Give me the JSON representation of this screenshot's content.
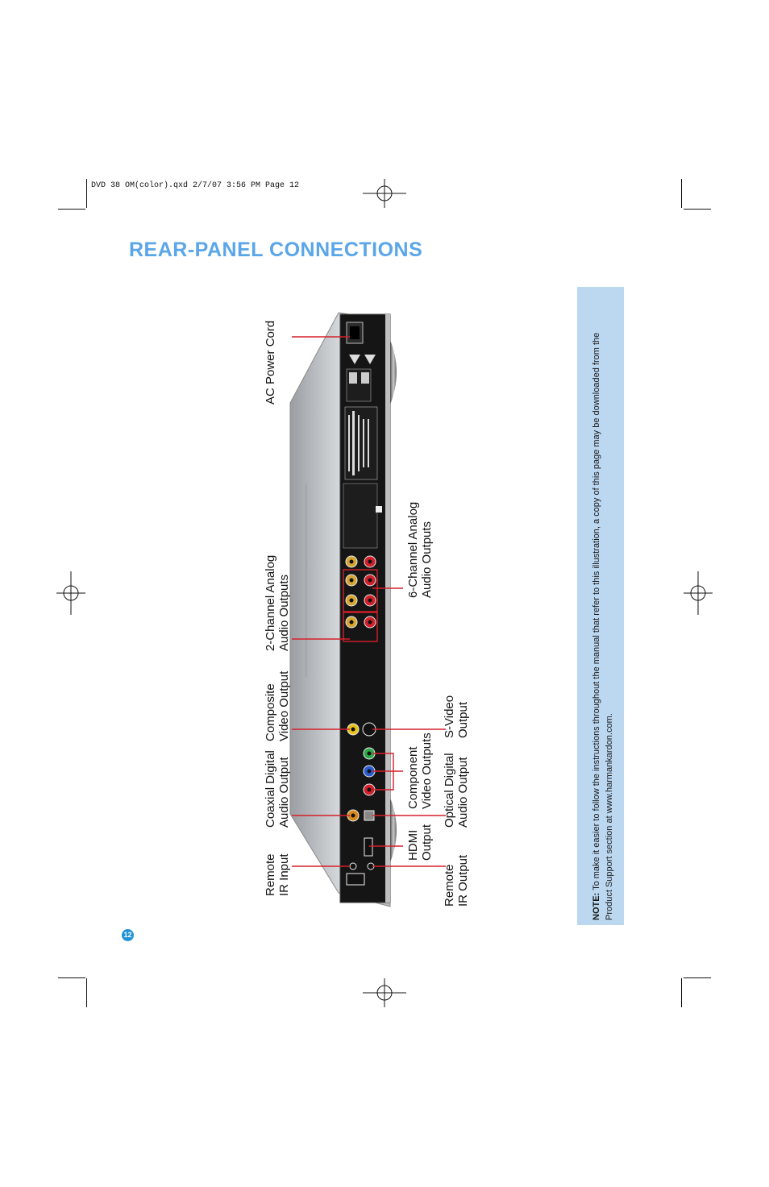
{
  "slug": "DVD 38 OM(color).qxd  2/7/07  3:56 PM  Page 12",
  "title": "REAR-PANEL CONNECTIONS",
  "note": {
    "label": "NOTE:",
    "text": " To make it easier to follow the instructions throughout the manual that refer to this illustration, a copy of this page may be downloaded from the Product Support section at www.harmankardon.com."
  },
  "page_number": "12",
  "colors": {
    "title": "#5aa6e8",
    "note_bg": "#bcd8f1",
    "leader": "#d5202a",
    "badge": "#1f93d6"
  },
  "callouts": {
    "ac_power_cord": [
      "AC Power Cord"
    ],
    "two_channel": [
      "2-Channel Analog",
      "Audio Outputs"
    ],
    "composite": [
      "Composite",
      "Video Output"
    ],
    "coaxial": [
      "Coaxial Digital",
      "Audio Output"
    ],
    "remote_ir_input": [
      "Remote",
      "IR Input"
    ],
    "six_channel": [
      "6-Channel Analog",
      "Audio Outputs"
    ],
    "s_video": [
      "S-Video",
      "Output"
    ],
    "component": [
      "Component",
      "Video Outputs"
    ],
    "optical": [
      "Optical Digital",
      "Audio Output"
    ],
    "hdmi": [
      "HDMI",
      "Output"
    ],
    "remote_ir_output": [
      "Remote",
      "IR Output"
    ]
  }
}
